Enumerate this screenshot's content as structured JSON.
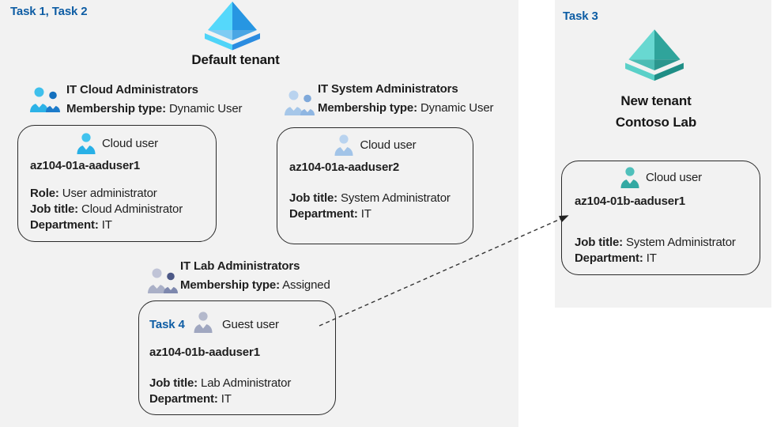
{
  "colors": {
    "panel_background": "#f2f2f2",
    "task_label_blue": "#0e5da4",
    "text": "#1f1f1f",
    "card_border": "#2a2a2a",
    "arrow": "#333333",
    "azure_ad_blue": "#2d9fe6",
    "azure_ad_teal": "#2fa49b"
  },
  "main_area": {
    "task_label": "Task 1, Task 2",
    "tenant": {
      "name": "Default tenant",
      "icon": "azure-ad-pyramid-blue-icon"
    },
    "groups": [
      {
        "title": "IT Cloud Administrators",
        "membership_label": "Membership type:",
        "membership_value": "Dynamic User",
        "icon": "group-people-blue-icon"
      },
      {
        "title": "IT System Administrators",
        "membership_label": "Membership type:",
        "membership_value": "Dynamic User",
        "icon": "group-people-lightblue-icon"
      },
      {
        "title": "IT Lab Administrators",
        "membership_label": "Membership type:",
        "membership_value": "Assigned",
        "icon": "group-people-gray-icon"
      }
    ],
    "user_cards": [
      {
        "type_label": "Cloud user",
        "icon": "user-blue-icon",
        "name": "az104-01a-aaduser1",
        "details": [
          {
            "label": "Role:",
            "value": "User administrator"
          },
          {
            "label": "Job title:",
            "value": "Cloud Administrator"
          },
          {
            "label": "Department:",
            "value": "IT"
          }
        ]
      },
      {
        "type_label": "Cloud user",
        "icon": "user-lightblue-icon",
        "name": "az104-01a-aaduser2",
        "details": [
          {
            "label": "Job title:",
            "value": "System Administrator"
          },
          {
            "label": "Department:",
            "value": "IT"
          }
        ]
      },
      {
        "task_label": "Task 4",
        "type_label": "Guest user",
        "icon": "user-gray-icon",
        "name": "az104-01b-aaduser1",
        "details": [
          {
            "label": "Job title:",
            "value": "Lab Administrator"
          },
          {
            "label": "Department:",
            "value": "IT"
          }
        ]
      }
    ]
  },
  "right_panel": {
    "task_label": "Task 3",
    "tenant": {
      "name_line1": "New tenant",
      "name_line2": "Contoso Lab",
      "icon": "azure-ad-pyramid-teal-icon"
    },
    "user_card": {
      "type_label": "Cloud user",
      "icon": "user-teal-icon",
      "name": "az104-01b-aaduser1",
      "details": [
        {
          "label": "Job title:",
          "value": "System Administrator"
        },
        {
          "label": "Department:",
          "value": "IT"
        }
      ]
    }
  },
  "arrow": {
    "style": "dashed",
    "from": "guest-user-card",
    "to": "new-tenant-user-card"
  }
}
